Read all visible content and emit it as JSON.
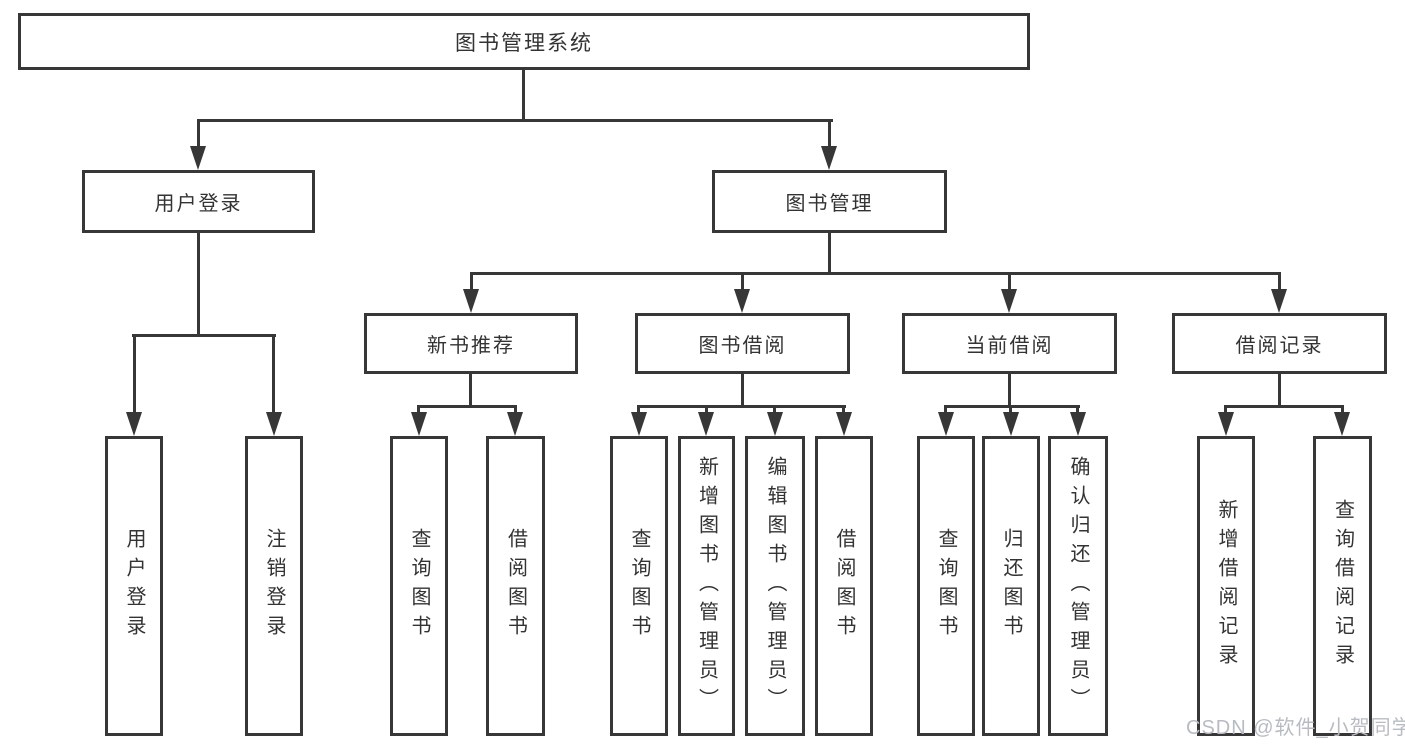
{
  "tree": {
    "label": "图书管理系统",
    "children": [
      {
        "label": "用户登录",
        "children": [
          {
            "label": "用户登录"
          },
          {
            "label": "注销登录"
          }
        ]
      },
      {
        "label": "图书管理",
        "children": [
          {
            "label": "新书推荐",
            "children": [
              {
                "label": "查询图书"
              },
              {
                "label": "借阅图书"
              }
            ]
          },
          {
            "label": "图书借阅",
            "children": [
              {
                "label": "查询图书"
              },
              {
                "label": "新增图书（管理员）"
              },
              {
                "label": "编辑图书（管理员）"
              },
              {
                "label": "借阅图书"
              }
            ]
          },
          {
            "label": "当前借阅",
            "children": [
              {
                "label": "查询图书"
              },
              {
                "label": "归还图书"
              },
              {
                "label": "确认归还（管理员）"
              }
            ]
          },
          {
            "label": "借阅记录",
            "children": [
              {
                "label": "新增借阅记录"
              },
              {
                "label": "查询借阅记录"
              }
            ]
          }
        ]
      }
    ]
  },
  "watermark": {
    "text": "CSDN @软件_小贺同学",
    "color": "#b8bcc2"
  },
  "colors": {
    "line": "#373737",
    "text": "#333333",
    "background": "#ffffff"
  }
}
